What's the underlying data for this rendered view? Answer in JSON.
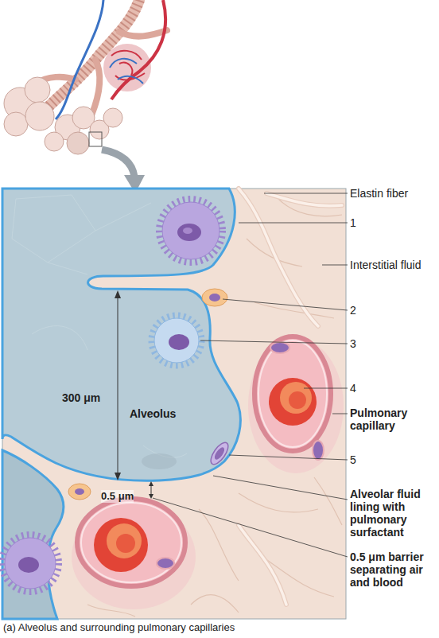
{
  "diagram": {
    "caption": "(a) Alveolus and surrounding pulmonary capillaries",
    "nodes": [
      {
        "text": [
          "Alveolus"
        ]
      }
    ],
    "labels": [
      "Elastin fiber",
      "1",
      "Interstitial fluid",
      "2",
      "3",
      "4",
      "Pulmonary capillary",
      "5",
      "Alveolar fluid lining with pulmonary surfactant",
      "0.5 μm barrier separating air and blood",
      "300 μm",
      "0.5 μm"
    ]
  }
}
